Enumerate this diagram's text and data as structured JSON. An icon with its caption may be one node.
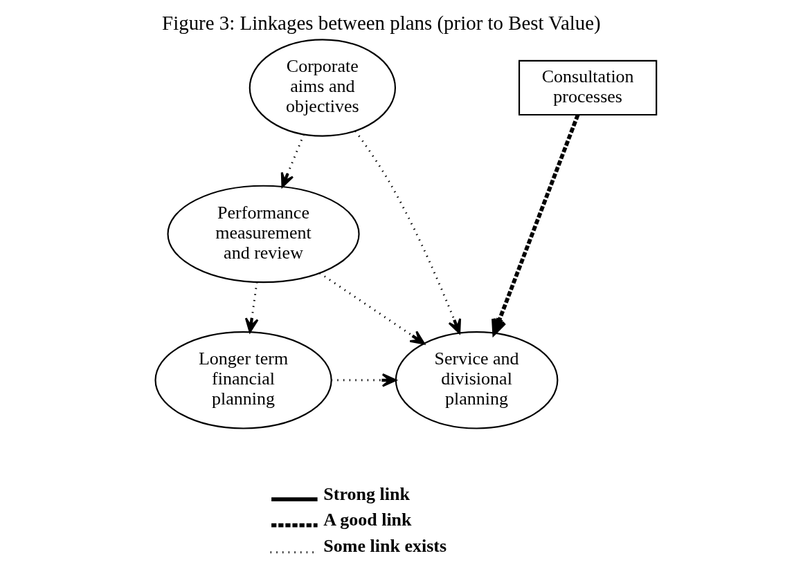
{
  "diagram": {
    "title": "Figure 3: Linkages between plans (prior to Best Value)",
    "nodes": [
      {
        "text": [
          "Corporate aims and objectives"
        ]
      },
      {
        "text": [
          "Consultation processes"
        ]
      },
      {
        "text": [
          "Performance measurement and review"
        ]
      },
      {
        "text": [
          "Service and divisional planning"
        ]
      },
      {
        "text": [
          "Longer term financial planning"
        ]
      }
    ],
    "edges": [
      {
        "from": 0,
        "to": 3,
        "arrow": "to"
      },
      {
        "from": 0,
        "to": 2,
        "arrow": "to"
      },
      {
        "from": 1,
        "to": 3,
        "arrow": "to",
        "style": "dashed"
      },
      {
        "from": 2,
        "to": 3,
        "arrow": "to"
      },
      {
        "from": 2,
        "to": 4,
        "arrow": "to"
      },
      {
        "from": 4,
        "to": 3,
        "arrow": "to"
      }
    ],
    "legend": [
      {
        "text": "Strong link"
      },
      {
        "text": "A good link"
      },
      {
        "text": "Some link exists"
      }
    ]
  }
}
